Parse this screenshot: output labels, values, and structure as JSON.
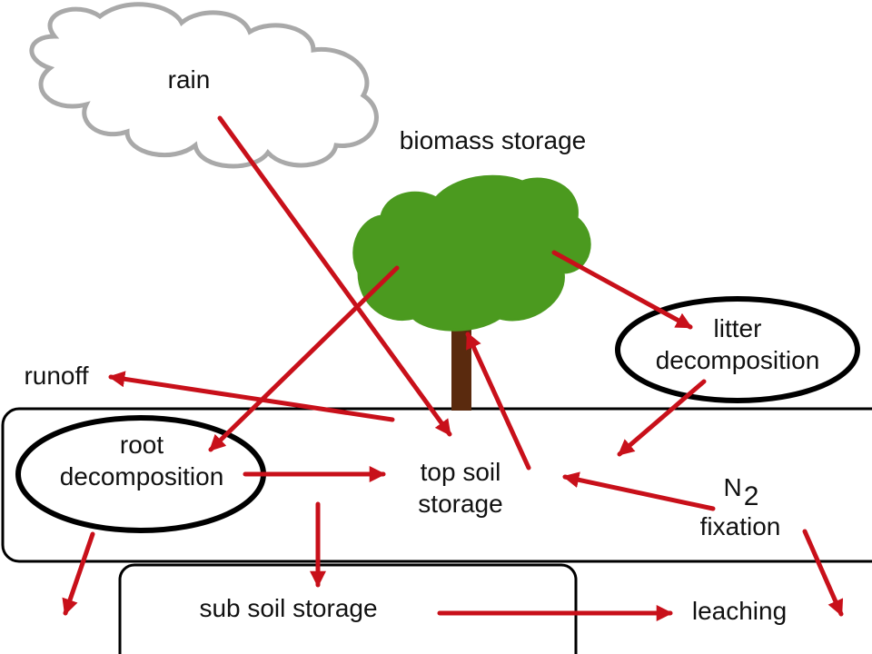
{
  "colors": {
    "arrow": "#c8101a",
    "cloud_stroke": "#a9a9a9",
    "canopy": "#4b9a1f",
    "trunk": "#5a2a0e",
    "box_stroke": "#000000"
  },
  "labels": {
    "rain": "rain",
    "biomass_storage": "biomass storage",
    "runoff": "runoff",
    "litter_decomposition": [
      "litter",
      "decomposition"
    ],
    "root_decomposition": [
      "root",
      "decomposition"
    ],
    "top_soil_storage": [
      "top soil",
      "storage"
    ],
    "n2_fixation": {
      "symbol": "N",
      "subscript": "2",
      "word": "fixation"
    },
    "sub_soil_storage": "sub soil storage",
    "leaching": "leaching"
  }
}
